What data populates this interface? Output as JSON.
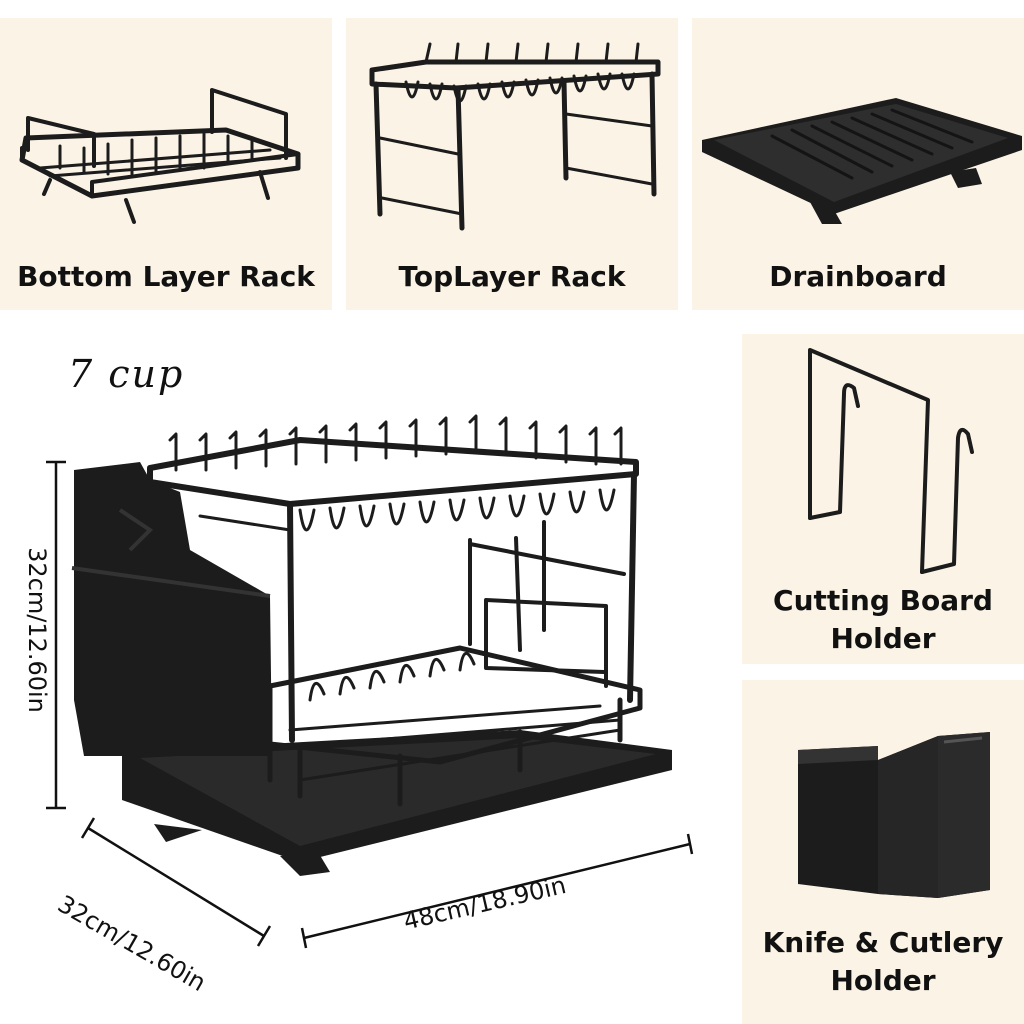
{
  "panels": {
    "bottom_layer_rack": {
      "label": "Bottom Layer Rack",
      "icon": "bottom-rack-icon"
    },
    "top_layer_rack": {
      "label": "TopLayer Rack",
      "icon": "top-rack-icon"
    },
    "drainboard": {
      "label": "Drainboard",
      "icon": "drainboard-icon"
    },
    "cutting_board_holder": {
      "label": "Cutting Board\nHolder",
      "icon": "cutting-board-holder-icon"
    },
    "knife_cutlery_holder": {
      "label": "Knife & Cutlery\nHolder",
      "icon": "knife-holder-icon"
    }
  },
  "main": {
    "cup_label": "7 cup",
    "height_dim": "32cm/12.60in",
    "depth_dim": "32cm/12.60in",
    "width_dim": "48cm/18.90in"
  },
  "colors": {
    "panel_bg": "#faf3e6",
    "product": "#1c1c1c"
  }
}
